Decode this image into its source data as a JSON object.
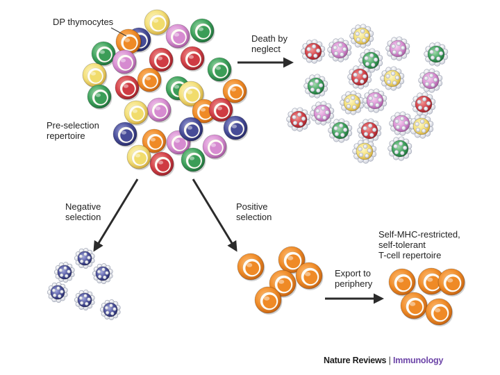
{
  "labels": {
    "dp_thymocytes": "DP thymocytes",
    "death_line1": "Death by",
    "death_line2": "neglect",
    "preselection_line1": "Pre-selection",
    "preselection_line2": "repertoire",
    "negative_line1": "Negative",
    "negative_line2": "selection",
    "positive_line1": "Positive",
    "positive_line2": "selection",
    "export_line1": "Export to",
    "export_line2": "periphery",
    "final_line1": "Self-MHC-restricted,",
    "final_line2": "self-tolerant",
    "final_line3": "T-cell repertoire"
  },
  "credit": {
    "journal_brand": "Nature Reviews",
    "separator": "|",
    "journal_name": "Immunology"
  },
  "colors": {
    "yellow": "#f3df7a",
    "orange": "#f08d2a",
    "red": "#d4434a",
    "green": "#3fa35d",
    "pink": "#d990d3",
    "navy": "#4a4f9a",
    "arrow": "#2b2b2b"
  }
}
